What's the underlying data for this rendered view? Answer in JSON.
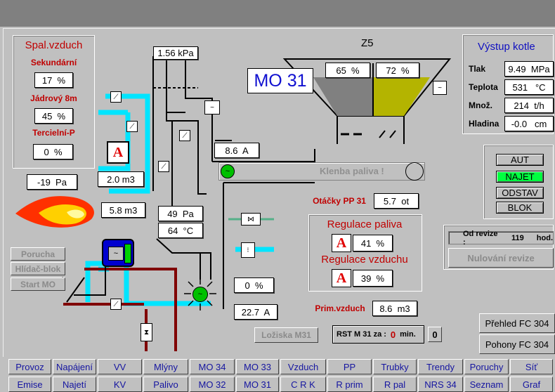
{
  "header": {
    "z_label": "Z5"
  },
  "spal": {
    "title": "Spal.vzduch",
    "sekundarni_label": "Sekundární",
    "sekundarni_value": "17  %",
    "jadrovy_label": "Jádrový 8m",
    "jadrovy_value": "45  %",
    "tercielni_label": "Tercielní-P",
    "tercielni_value": "0  %"
  },
  "readings": {
    "pressure_top": "1.56 kPa",
    "mill_name": "MO 31",
    "bunker_left": "65  %",
    "bunker_right": "72  %",
    "current_top": "8.6  A",
    "flow_a": "2.0 m3",
    "flow_b": "5.8 m3",
    "pressure_left": "-19  Pa",
    "pressure_mid": "49  Pa",
    "temp_mid": "64  °C",
    "damper_pct": "0  %",
    "current_bottom": "22.7  A"
  },
  "klenba": {
    "label": "Klenba paliva !"
  },
  "otacky": {
    "label": "Otáčky PP 31",
    "value": "5.7  ot"
  },
  "regulace": {
    "paliva_title": "Regulace paliva",
    "paliva_value": "41  %",
    "vzduchu_title": "Regulace vzduchu",
    "vzduchu_value": "39  %",
    "mode_letter": "A"
  },
  "prim": {
    "label": "Prim.vzduch",
    "value": "8.6  m3"
  },
  "vystup": {
    "title": "Výstup kotle",
    "rows": [
      {
        "label": "Tlak",
        "value": "9.49  MPa"
      },
      {
        "label": "Teplota",
        "value": "531   °C"
      },
      {
        "label": "Množ.",
        "value": "214  t/h"
      },
      {
        "label": "Hladina",
        "value": "-0.0   cm"
      }
    ]
  },
  "modes": {
    "aut": "AUT",
    "najet": "NAJET",
    "odstav": "ODSTAV",
    "blok": "BLOK"
  },
  "revize": {
    "label": "Od revize :",
    "value": "119",
    "unit": "hod.",
    "reset_button": "Nulování revize"
  },
  "status_buttons": {
    "porucha": "Porucha",
    "hlidac": "Hlídač-blok",
    "start": "Start MO"
  },
  "loziska": "Ložiska M31",
  "rst": {
    "label": "RST  M 31 za :",
    "value": "0",
    "unit": "min.",
    "button": "0"
  },
  "side_buttons": {
    "prehled": "Přehled FC 304",
    "pohony": "Pohony FC 304"
  },
  "colors": {
    "air_duct": "#00e5ff",
    "flue_duct": "#800000",
    "bunker_left": "#808080",
    "bunker_right": "#b4b400",
    "accent_red": "#c00000"
  },
  "nav": {
    "row1": [
      "Provoz",
      "Napájení",
      "VV",
      "Mlýny",
      "MO 34",
      "MO 33",
      "Vzduch",
      "PP",
      "Trubky",
      "Trendy",
      "Poruchy",
      "Síť"
    ],
    "row2": [
      "Emise",
      "Najetí",
      "KV",
      "Palivo",
      "MO 32",
      "MO 31",
      "C R K",
      "R prim",
      "R pal",
      "NRS 34",
      "Seznam",
      "Graf"
    ]
  }
}
